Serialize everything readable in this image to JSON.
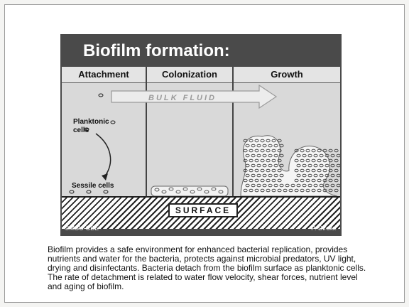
{
  "slide": {
    "title": "Biofilm formation:",
    "columns": [
      "Attachment",
      "Colonization",
      "Growth"
    ],
    "bulk_fluid_label": "BULK FLUID",
    "planktonic_label": "Planktonic cells",
    "sessile_label": "Sessile cells",
    "surface_label": "SURFACE",
    "credit_left": "©MSU-CBE",
    "credit_right": "P. Dirckx"
  },
  "caption": "Biofilm provides a safe environment for enhanced bacterial replication, provides nutrients and water for the bacteria, protects against microbial predators, UV light, drying and disinfectants.  Bacteria detach from the biofilm surface as planktonic cells.  The rate of detachment is related to water flow velocity, shear forces, nutrient level and aging of biofilm."
}
